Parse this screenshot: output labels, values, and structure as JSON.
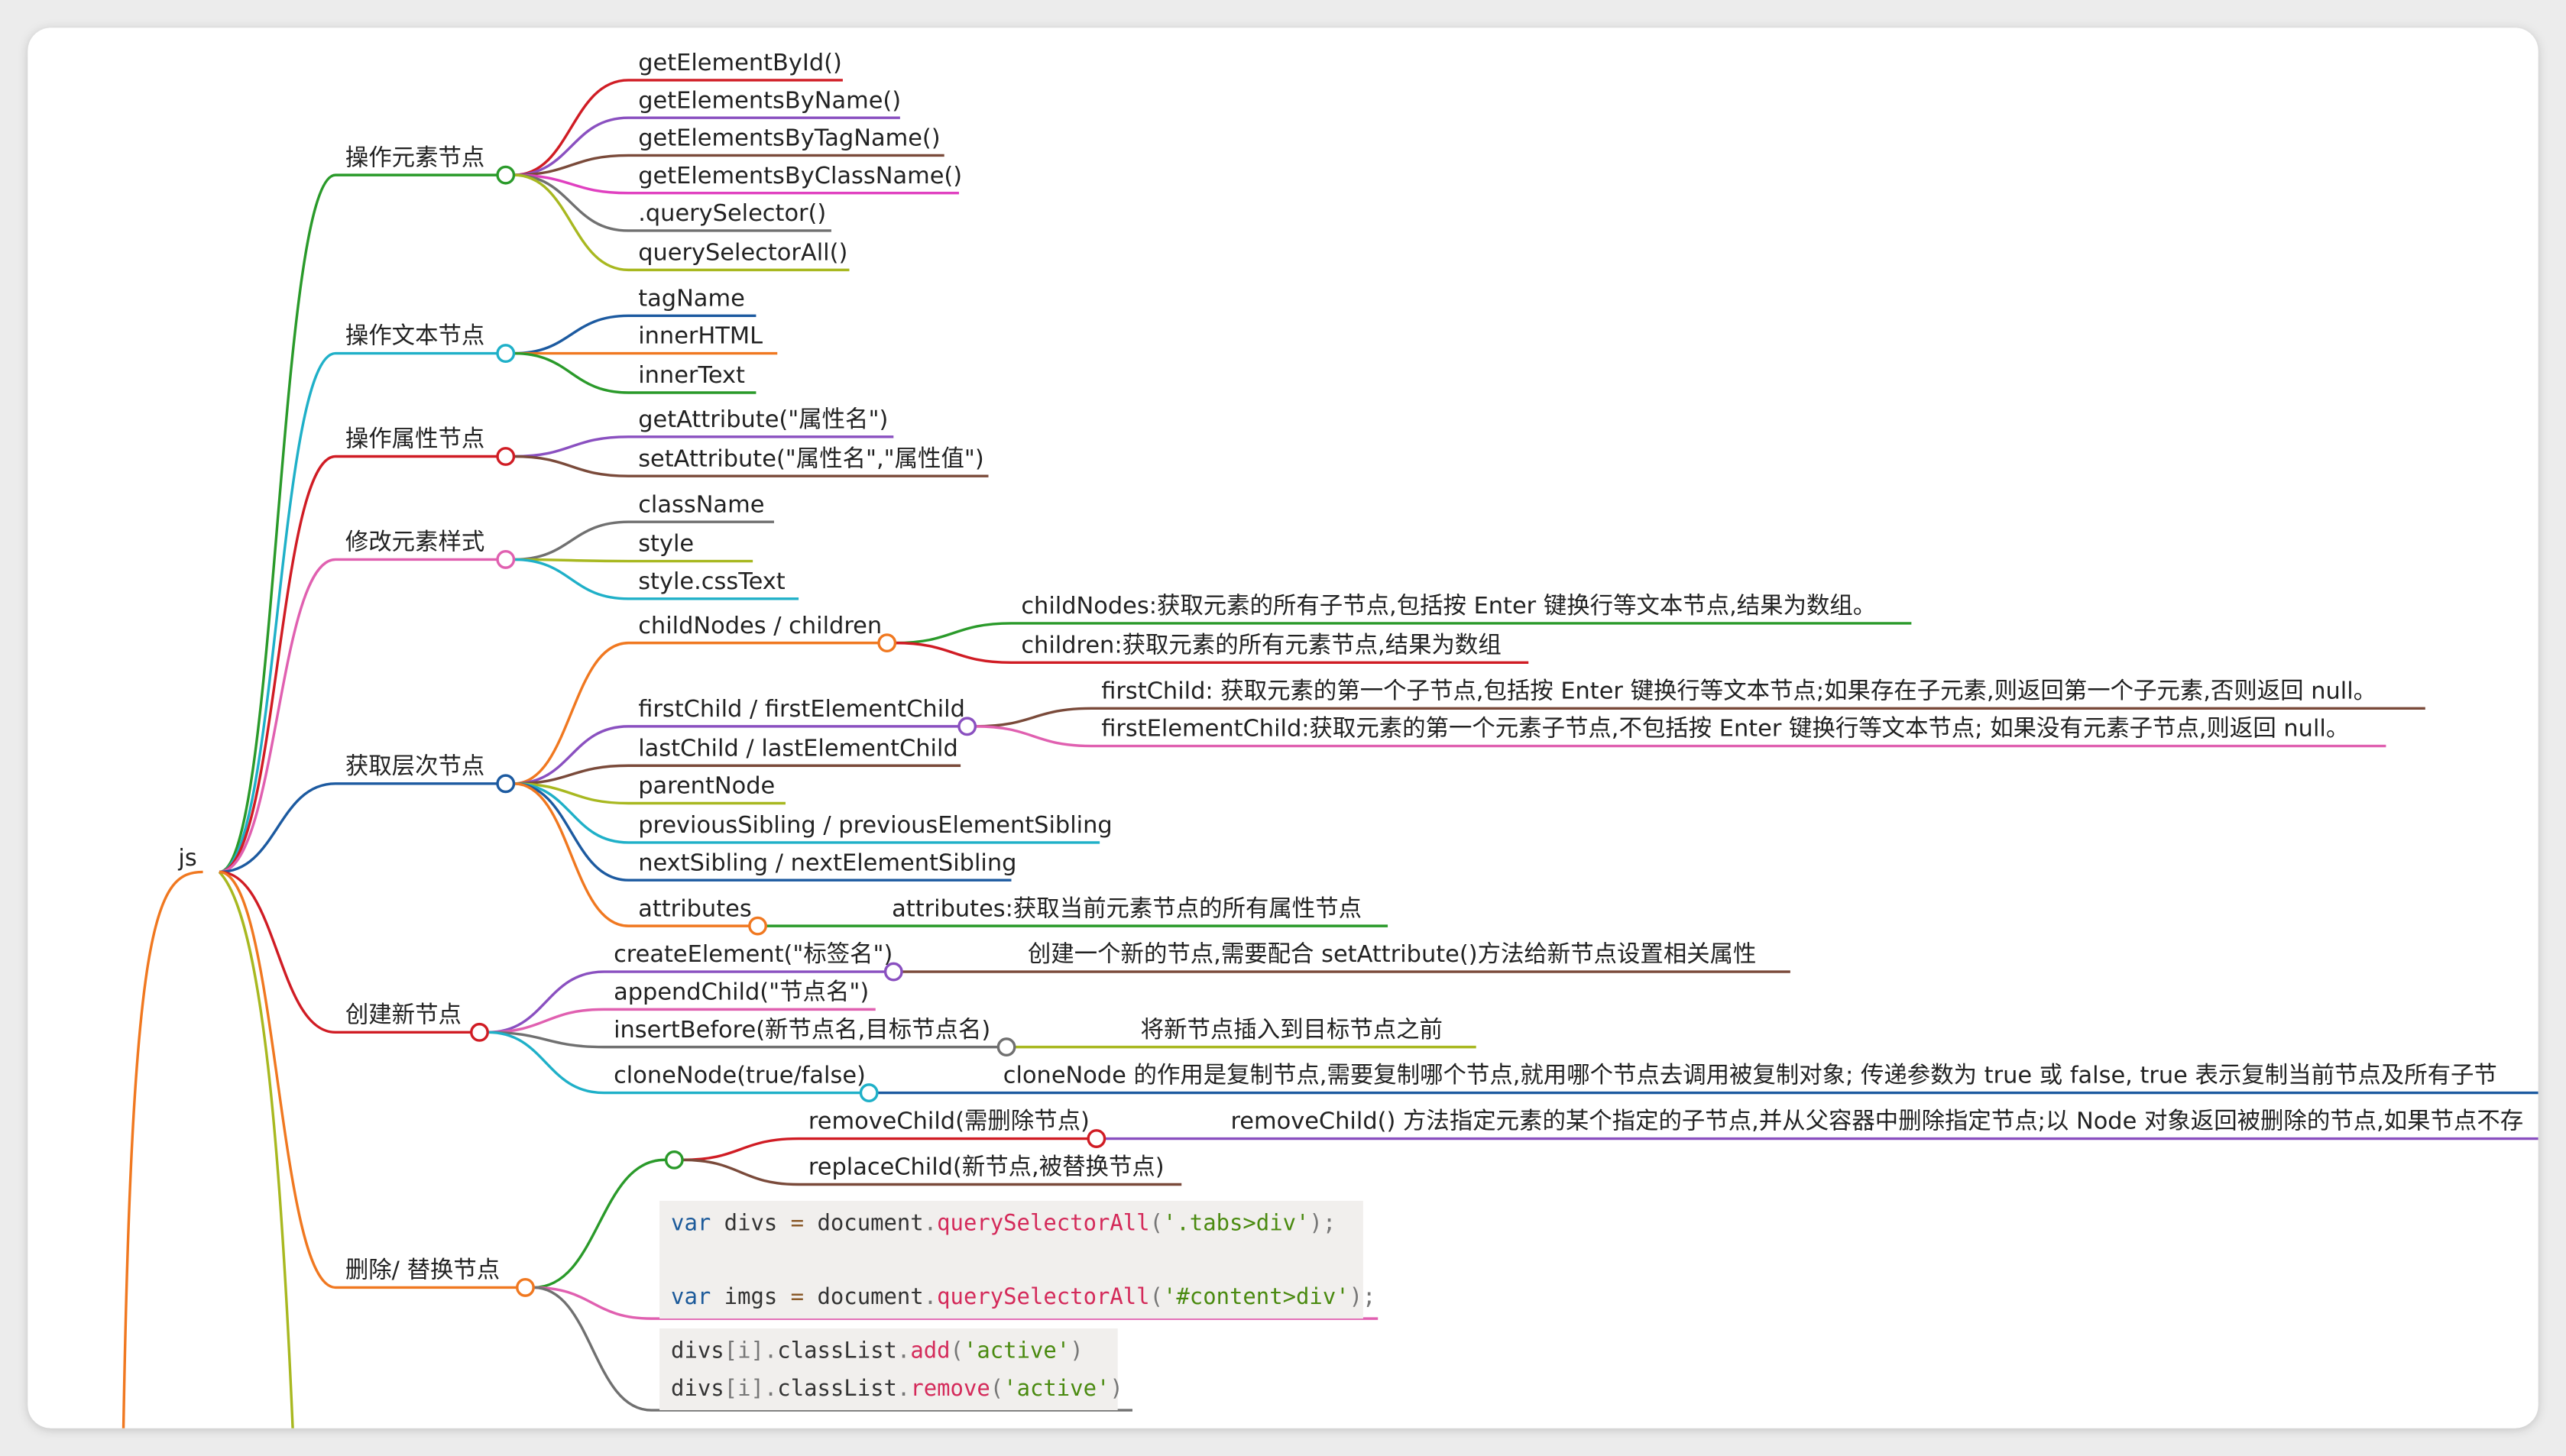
{
  "root": {
    "label": "js",
    "color": "#f07820"
  },
  "colors": {
    "green": "#2a9a2a",
    "cyan": "#1fb0c8",
    "red": "#d01c24",
    "pink": "#e060b0",
    "blue": "#1c5aa0",
    "orange": "#f07820",
    "purple": "#8a50c0",
    "brown": "#7a4a3a",
    "magenta": "#e040c0",
    "gray": "#707070",
    "olive": "#a8b820"
  },
  "branches": {
    "element": {
      "label": "操作元素节点",
      "items": [
        "getElementById()",
        "getElementsByName()",
        "getElementsByTagName()",
        "getElementsByClassName()",
        ".querySelector()",
        "querySelectorAll()"
      ]
    },
    "text": {
      "label": "操作文本节点",
      "items": [
        "tagName",
        "innerHTML",
        "innerText"
      ]
    },
    "attr": {
      "label": "操作属性节点",
      "items": [
        "getAttribute(\"属性名\")",
        "setAttribute(\"属性名\",\"属性值\")"
      ]
    },
    "style": {
      "label": "修改元素样式",
      "items": [
        "className",
        "style",
        "style.cssText"
      ]
    },
    "hierarchy": {
      "label": "获取层次节点",
      "items": [
        {
          "label": "childNodes / children",
          "details": [
            "childNodes:获取元素的所有子节点,包括按 Enter 键换行等文本节点,结果为数组。",
            "children:获取元素的所有元素节点,结果为数组"
          ]
        },
        {
          "label": "firstChild / firstElementChild",
          "details": [
            "firstChild: 获取元素的第一个子节点,包括按 Enter 键换行等文本节点;如果存在子元素,则返回第一个子元素,否则返回 null。",
            "firstElementChild:获取元素的第一个元素子节点,不包括按 Enter 键换行等文本节点; 如果没有元素子节点,则返回 null。"
          ]
        },
        {
          "label": "lastChild / lastElementChild"
        },
        {
          "label": "parentNode"
        },
        {
          "label": "previousSibling / previousElementSibling"
        },
        {
          "label": "nextSibling / nextElementSibling"
        },
        {
          "label": "attributes",
          "details": [
            "attributes:获取当前元素节点的所有属性节点"
          ]
        }
      ]
    },
    "create": {
      "label": "创建新节点",
      "items": [
        {
          "label": "createElement(\"标签名\")",
          "details": [
            "创建一个新的节点,需要配合 setAttribute()方法给新节点设置相关属性"
          ]
        },
        {
          "label": "appendChild(\"节点名\")"
        },
        {
          "label": "insertBefore(新节点名,目标节点名)",
          "details": [
            "将新节点插入到目标节点之前"
          ]
        },
        {
          "label": "cloneNode(true/false)",
          "details": [
            "cloneNode 的作用是复制节点,需要复制哪个节点,就用哪个节点去调用被复制对象; 传递参数为 true 或 false, true 表示复制当前节点及所有子节"
          ]
        }
      ]
    },
    "remove": {
      "label": "删除/ 替换节点",
      "items": [
        {
          "label": "removeChild(需删除节点)",
          "details": [
            "removeChild() 方法指定元素的某个指定的子节点,并从父容器中删除指定节点;以 Node 对象返回被删除的节点,如果节点不存"
          ]
        },
        {
          "label": "replaceChild(新节点,被替换节点)"
        }
      ],
      "code_blocks": [
        [
          [
            [
              "kw",
              "var"
            ],
            [
              "id",
              " divs "
            ],
            [
              "op",
              "="
            ],
            [
              "id",
              " document"
            ],
            [
              "pu",
              "."
            ],
            [
              "fn",
              "querySelectorAll"
            ],
            [
              "pu",
              "("
            ],
            [
              "str",
              "'.tabs>div'"
            ],
            [
              "pu",
              ");"
            ]
          ],
          [
            [
              "kw",
              "var"
            ],
            [
              "id",
              " imgs "
            ],
            [
              "op",
              "="
            ],
            [
              "id",
              " document"
            ],
            [
              "pu",
              "."
            ],
            [
              "fn",
              "querySelectorAll"
            ],
            [
              "pu",
              "("
            ],
            [
              "str",
              "'#content>div'"
            ],
            [
              "pu",
              ");"
            ]
          ]
        ],
        [
          [
            [
              "id",
              "divs"
            ],
            [
              "pu",
              "[i]."
            ],
            [
              "id",
              "classList"
            ],
            [
              "pu",
              "."
            ],
            [
              "fn",
              "add"
            ],
            [
              "pu",
              "("
            ],
            [
              "str",
              "'active'"
            ],
            [
              "pu",
              ")"
            ]
          ],
          [
            [
              "id",
              "divs"
            ],
            [
              "pu",
              "[i]."
            ],
            [
              "id",
              "classList"
            ],
            [
              "pu",
              "."
            ],
            [
              "fn",
              "remove"
            ],
            [
              "pu",
              "("
            ],
            [
              "str",
              "'active'"
            ],
            [
              "pu",
              ")"
            ]
          ]
        ]
      ]
    },
    "code_colors": {
      "kw": "#1c5a9a",
      "id": "#333333",
      "op": "#8a5a2a",
      "pu": "#777777",
      "fn": "#d42a5a",
      "str": "#4a8a10"
    }
  }
}
